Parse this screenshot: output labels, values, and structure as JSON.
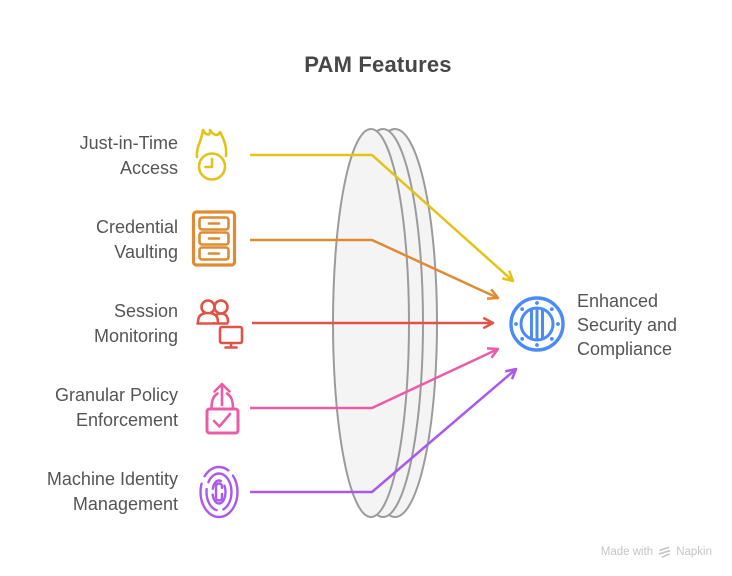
{
  "title": "PAM Features",
  "features": [
    {
      "label_lines": [
        "Just-in-Time",
        "Access"
      ],
      "icon": "flame-clock-icon"
    },
    {
      "label_lines": [
        "Credential",
        "Vaulting"
      ],
      "icon": "vault-cabinet-icon"
    },
    {
      "label_lines": [
        "Session",
        "Monitoring"
      ],
      "icon": "users-monitor-icon"
    },
    {
      "label_lines": [
        "Granular Policy",
        "Enforcement"
      ],
      "icon": "lock-check-arrow-icon"
    },
    {
      "label_lines": [
        "Machine Identity",
        "Management"
      ],
      "icon": "fingerprint-icon"
    }
  ],
  "outcome": {
    "label_lines": [
      "Enhanced",
      "Security and",
      "Compliance"
    ],
    "icon": "security-badge-icon"
  },
  "footer": {
    "prefix": "Made with",
    "brand": "Napkin"
  },
  "colors": {
    "jit": "#E3C318",
    "vault": "#DF8B33",
    "session": "#E05348",
    "policy": "#EC5CA6",
    "machine": "#AA59EB",
    "outcome_blue": "#4A8BF5",
    "lens_stroke": "#9B9B9B",
    "lens_fill": "#F4F4F4",
    "label_text": "#555555",
    "title_text": "#474747",
    "footer_text": "#C5C5C5"
  }
}
